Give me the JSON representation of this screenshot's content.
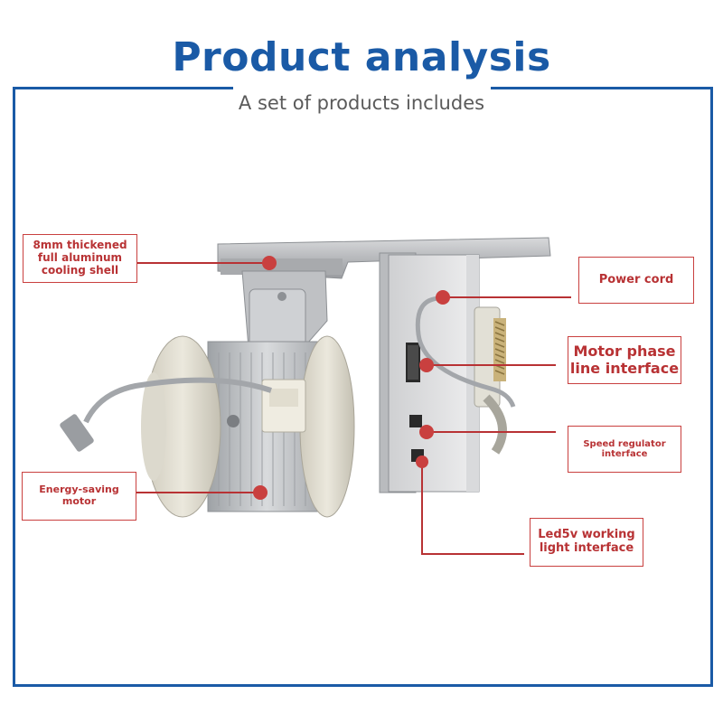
{
  "title": "Product analysis",
  "subtitle": "A set of products includes",
  "labels": {
    "shell": "8mm thickened full aluminum cooling shell",
    "power_cord": "Power cord",
    "motor_phase": "Motor phase line interface",
    "speed_regulator": "Speed regulator interface",
    "motor": "Energy-saving motor",
    "led": "Led5v working light interface"
  },
  "colors": {
    "title": "#1a5aa6",
    "frame": "#1a5aa6",
    "label": "#b83234",
    "callout_line": "#b83234"
  }
}
